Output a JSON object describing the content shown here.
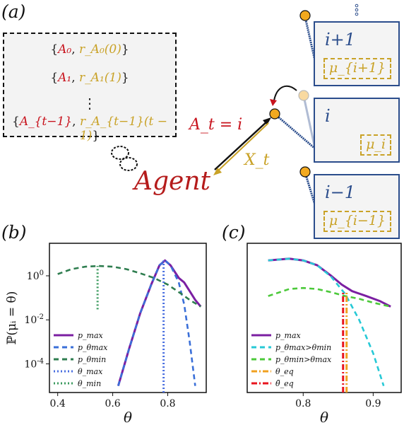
{
  "panel_labels": {
    "a": "(a)",
    "b": "(b)",
    "c": "(c)"
  },
  "memory": {
    "line1": "{A₀, r_A₀(0)}",
    "line1_action": "A₀",
    "line1_reward": "r_A₀(0)",
    "line2_action": "A₁",
    "line2_reward": "r_A₁(1)",
    "dots": "⋮",
    "line3_action": "A_{t−1}",
    "line3_reward": "r_A_{t−1}(t − 1)"
  },
  "agent": {
    "label": "Agent",
    "action": "A_t = i",
    "reward": "X_t"
  },
  "arms": [
    {
      "label": "i+1",
      "mu": "μ_{i+1}"
    },
    {
      "label": "i",
      "mu": "μ_i"
    },
    {
      "label": "i−1",
      "mu": "μ_{i−1}"
    }
  ],
  "colors": {
    "p_max": "#7b1fa2",
    "p_theta_max": "#3a6fd8",
    "p_theta_min": "#2e7d4f",
    "theta_max": "#4a6fe0",
    "theta_min": "#3a9a5e",
    "c_p_max_gt_min": "#27c9d6",
    "c_p_min_gt_max": "#4cc93a",
    "theta_eq": "#f0a020",
    "theta_eq_tilde": "#e8141e",
    "arm_blue": "#2b4d8c",
    "gold": "#c9a227"
  },
  "chart_data": [
    {
      "id": "b",
      "type": "line",
      "ylabel": "ℙ(μᵢ = θ)",
      "xlabel": "θ",
      "yscale": "log",
      "xlim": [
        0.37,
        0.94
      ],
      "ylim": [
        5e-06,
        30
      ],
      "xticks": [
        0.4,
        0.6,
        0.8
      ],
      "yticks": [
        {
          "value": 1,
          "label": "10^0"
        },
        {
          "value": 0.01,
          "label": "10^-2"
        },
        {
          "value": 0.0001,
          "label": "10^-4"
        }
      ],
      "series": [
        {
          "name": "p_max",
          "style": "solid",
          "x": [
            0.62,
            0.66,
            0.7,
            0.74,
            0.77,
            0.79,
            0.81,
            0.84,
            0.86,
            0.88,
            0.9,
            0.92
          ],
          "y": [
            1e-05,
            0.0005,
            0.02,
            0.4,
            3,
            5,
            3,
            0.8,
            0.5,
            0.2,
            0.08,
            0.04
          ]
        },
        {
          "name": "p_θmax",
          "style": "dashed",
          "x": [
            0.62,
            0.66,
            0.7,
            0.74,
            0.77,
            0.79,
            0.81,
            0.84,
            0.86,
            0.88,
            0.9
          ],
          "y": [
            1e-05,
            0.0005,
            0.02,
            0.4,
            3,
            5,
            3,
            0.5,
            0.05,
            0.001,
            1e-05
          ]
        },
        {
          "name": "p_θmin",
          "style": "dashed",
          "x": [
            0.4,
            0.45,
            0.5,
            0.55,
            0.6,
            0.65,
            0.7,
            0.75,
            0.8,
            0.85,
            0.88,
            0.92
          ],
          "y": [
            1.2,
            2,
            2.6,
            2.8,
            2.6,
            2,
            1.3,
            0.8,
            0.4,
            0.15,
            0.08,
            0.04
          ]
        }
      ],
      "vlines": [
        {
          "name": "θ_max",
          "x": 0.785,
          "ymin": 5e-06,
          "ymax": 5,
          "style": "dotted"
        },
        {
          "name": "θ_min",
          "x": 0.545,
          "ymin": 0.03,
          "ymax": 2.8,
          "style": "dotted"
        }
      ],
      "legend": [
        "p_max",
        "p_θmax",
        "p_θmin",
        "θ_max",
        "θ_min"
      ],
      "legend_position": "bottom-left"
    },
    {
      "id": "c",
      "type": "line",
      "xlabel": "θ",
      "yscale": "log",
      "xlim": [
        0.72,
        0.94
      ],
      "ylim": [
        5e-06,
        30
      ],
      "xticks": [
        0.8,
        0.9
      ],
      "series": [
        {
          "name": "p_max",
          "style": "solid",
          "x": [
            0.75,
            0.78,
            0.8,
            0.82,
            0.84,
            0.855,
            0.87,
            0.89,
            0.91,
            0.925
          ],
          "y": [
            5,
            6,
            5,
            3,
            1,
            0.4,
            0.2,
            0.12,
            0.07,
            0.04
          ]
        },
        {
          "name": "p_θmax>θmin",
          "style": "dashed",
          "x": [
            0.75,
            0.78,
            0.8,
            0.82,
            0.84,
            0.86,
            0.88,
            0.9,
            0.915
          ],
          "y": [
            5,
            6,
            5,
            3,
            0.9,
            0.15,
            0.01,
            0.0003,
            1e-05
          ]
        },
        {
          "name": "p_θmin>θmax",
          "style": "dashed",
          "x": [
            0.75,
            0.78,
            0.8,
            0.82,
            0.84,
            0.86,
            0.88,
            0.9,
            0.925
          ],
          "y": [
            0.12,
            0.25,
            0.28,
            0.25,
            0.18,
            0.12,
            0.09,
            0.06,
            0.04
          ]
        }
      ],
      "vlines": [
        {
          "name": "θ_eq",
          "x": 0.862,
          "ymin": 5e-06,
          "ymax": 0.2,
          "style": "dashdot"
        },
        {
          "name": "θ̃_eq",
          "x": 0.857,
          "ymin": 5e-06,
          "ymax": 0.2,
          "style": "dashdot"
        }
      ],
      "legend": [
        "p_max",
        "p_θmax>θmin",
        "p_θmin>θmax",
        "θ_eq",
        "θ̃_eq"
      ],
      "legend_position": "bottom-left"
    }
  ]
}
